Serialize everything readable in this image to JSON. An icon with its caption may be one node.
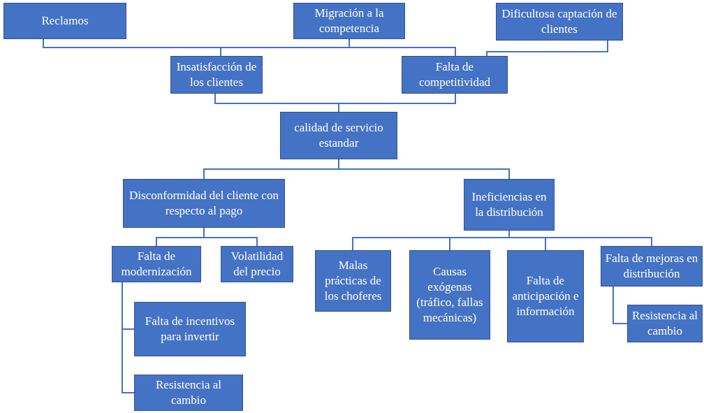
{
  "diagram": {
    "nodes": [
      {
        "text": [
          "Reclamos"
        ]
      },
      {
        "text": [
          "Migración a la competencia"
        ]
      },
      {
        "text": [
          "Dificultosa captación de clientes"
        ]
      },
      {
        "text": [
          "Insatisfacción de los clientes"
        ]
      },
      {
        "text": [
          "Falta de competitividad"
        ]
      },
      {
        "text": [
          "calidad de servicio estandar"
        ]
      },
      {
        "text": [
          "Disconformidad del cliente con respecto al pago"
        ]
      },
      {
        "text": [
          "Ineficiencias en la distribución"
        ]
      },
      {
        "text": [
          "Falta de modernización"
        ]
      },
      {
        "text": [
          "Volatilidad del precio"
        ]
      },
      {
        "text": [
          "Falta de incentivos para invertir"
        ]
      },
      {
        "text": [
          "Resistencia al cambio"
        ]
      },
      {
        "text": [
          "Malas prácticas de los choferes"
        ]
      },
      {
        "text": [
          "Causas exógenas (tráfico, fallas mecánicas)"
        ]
      },
      {
        "text": [
          "Falta de anticipación e información"
        ]
      },
      {
        "text": [
          "Falta de mejoras en distribución"
        ]
      },
      {
        "text": [
          "Resistencia al cambio"
        ]
      }
    ],
    "edges": [
      {
        "from": 3,
        "to": 0,
        "arrow": "none"
      },
      {
        "from": 3,
        "to": 1,
        "arrow": "none"
      },
      {
        "from": 4,
        "to": 1,
        "arrow": "none"
      },
      {
        "from": 4,
        "to": 2,
        "arrow": "none"
      },
      {
        "from": 5,
        "to": 3,
        "arrow": "none"
      },
      {
        "from": 5,
        "to": 4,
        "arrow": "none"
      },
      {
        "from": 5,
        "to": 6,
        "arrow": "none"
      },
      {
        "from": 5,
        "to": 7,
        "arrow": "none"
      },
      {
        "from": 6,
        "to": 8,
        "arrow": "none"
      },
      {
        "from": 6,
        "to": 9,
        "arrow": "none"
      },
      {
        "from": 8,
        "to": 10,
        "arrow": "none"
      },
      {
        "from": 8,
        "to": 11,
        "arrow": "none"
      },
      {
        "from": 7,
        "to": 12,
        "arrow": "none"
      },
      {
        "from": 7,
        "to": 13,
        "arrow": "none"
      },
      {
        "from": 7,
        "to": 14,
        "arrow": "none"
      },
      {
        "from": 7,
        "to": 15,
        "arrow": "none"
      },
      {
        "from": 15,
        "to": 16,
        "arrow": "none"
      }
    ]
  }
}
